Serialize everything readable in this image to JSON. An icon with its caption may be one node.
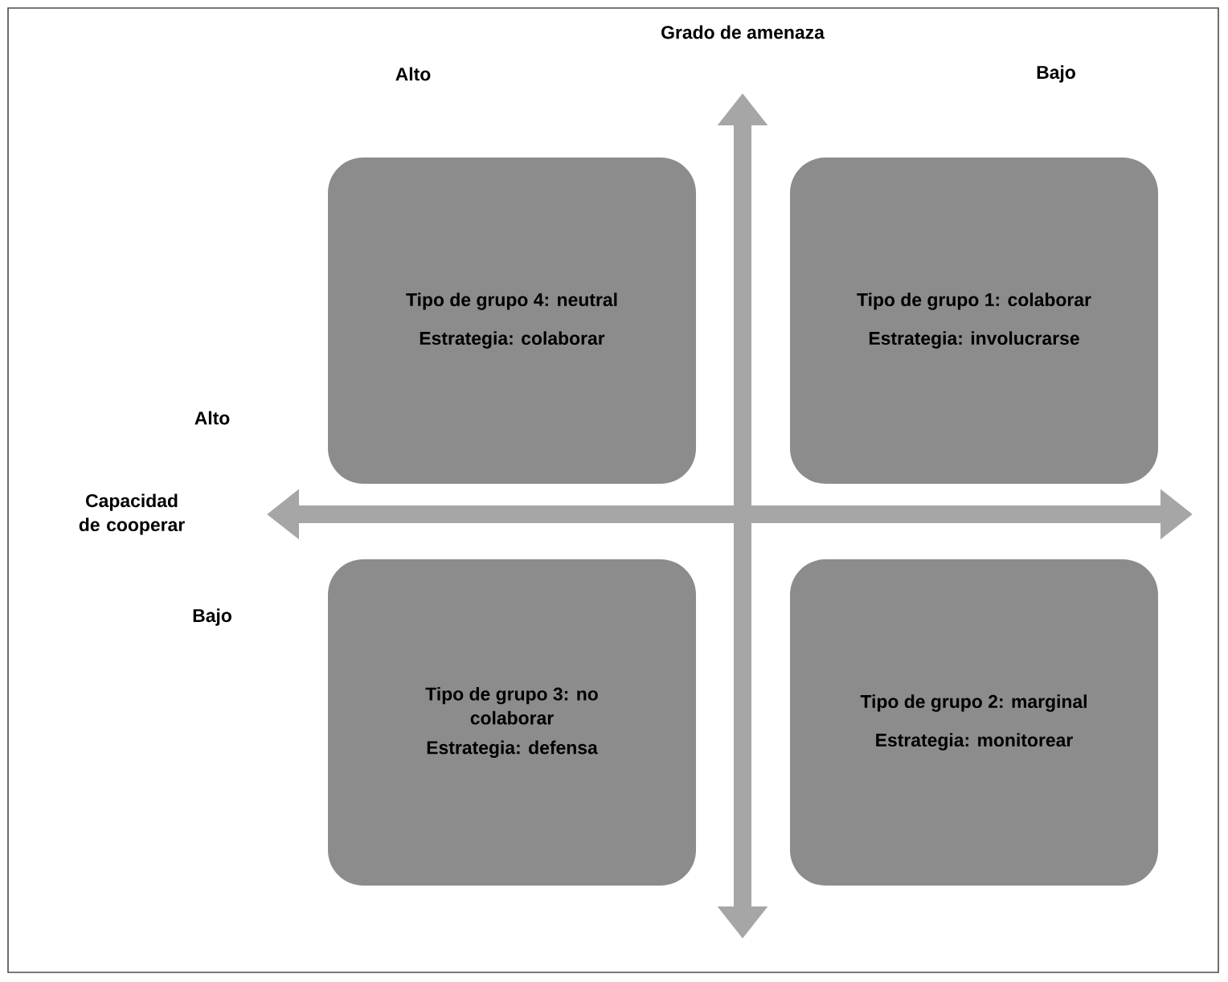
{
  "diagram": {
    "nodes": [
      {
        "text": [
          "Tipo de grupo 4: neutral",
          "Estrategia: colaborar"
        ]
      },
      {
        "text": [
          "Tipo de grupo 1: colaborar",
          "Estrategia: involucrarse"
        ]
      },
      {
        "text": [
          "Tipo de grupo 3: no colaborar",
          "Estrategia: defensa"
        ]
      },
      {
        "text": [
          "Tipo de grupo 2: marginal",
          "Estrategia: monitorear"
        ]
      }
    ],
    "edges": [],
    "labels": [
      "Grado de amenaza",
      "Alto",
      "Bajo",
      "Alto",
      "Capacidad de cooperar",
      "Bajo"
    ]
  }
}
